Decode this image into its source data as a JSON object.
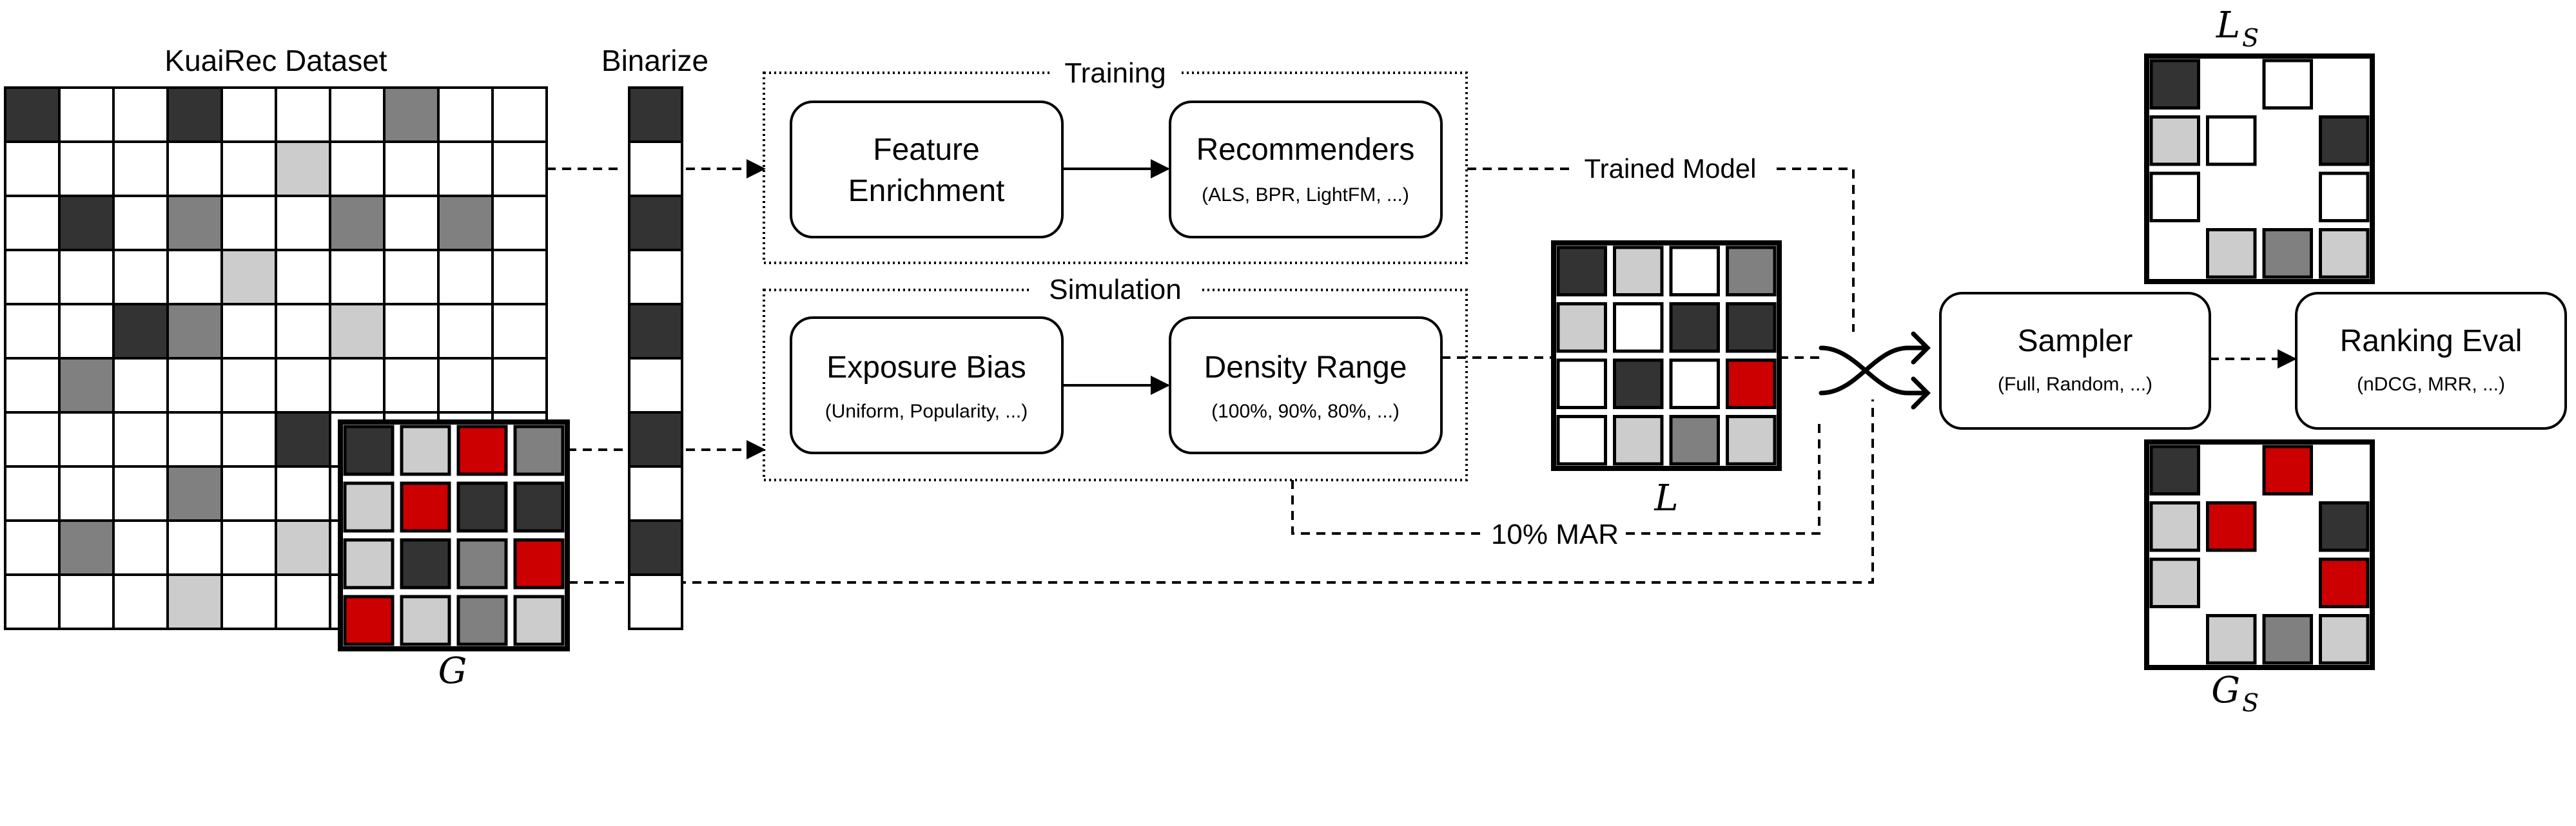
{
  "labels": {
    "dataset_title": "KuaiRec Dataset",
    "binarize": "Binarize",
    "training": "Training",
    "simulation": "Simulation",
    "trained_model": "Trained Model",
    "mar": "10% MAR",
    "G": "G",
    "L": "L",
    "LS_main": "L",
    "LS_sub": "S",
    "GS_main": "G",
    "GS_sub": "S"
  },
  "boxes": {
    "feature_enrichment": {
      "line1": "Feature",
      "line2": "Enrichment"
    },
    "recommenders": {
      "title": "Recommenders",
      "subtitle": "(ALS, BPR, LightFM, ...)"
    },
    "exposure_bias": {
      "title": "Exposure Bias",
      "subtitle": "(Uniform, Popularity, ...)"
    },
    "density_range": {
      "title": "Density Range",
      "subtitle": "(100%, 90%, 80%, ...)"
    },
    "sampler": {
      "title": "Sampler",
      "subtitle": "(Full, Random, ...)"
    },
    "ranking_eval": {
      "title": "Ranking Eval",
      "subtitle": "(nDCG, MRR, ...)"
    }
  },
  "colors": {
    "dark": "#333333",
    "mid": "#808080",
    "light": "#cccccc",
    "red": "#cc0000",
    "white": "#ffffff"
  },
  "grids": {
    "dataset": [
      "DWWDWWWMWW",
      "WWWWWLWWWW",
      "WDWMWWMWMW",
      "WWWWLWWWWW",
      "WWDMWWLWWW",
      "WMWWWWWWWW",
      "WWWWWDWWWW",
      "WWWMWWWWWW",
      "WMWWWLWWWW",
      "WWWLWWWWWW"
    ],
    "binarize": [
      "D",
      "W",
      "D",
      "W",
      "D",
      "W",
      "D",
      "W",
      "D",
      "W"
    ],
    "G": [
      "DLRM",
      "LRDD",
      "LDMR",
      "RLML"
    ],
    "L": [
      "DLWM",
      "LWDD",
      "WDWR",
      "WLML"
    ],
    "LS": [
      "D.W.",
      "LW.D",
      "W..W",
      ".LML"
    ],
    "GS": [
      "D.R.",
      "LR.D",
      "L..R",
      ".LML"
    ]
  }
}
